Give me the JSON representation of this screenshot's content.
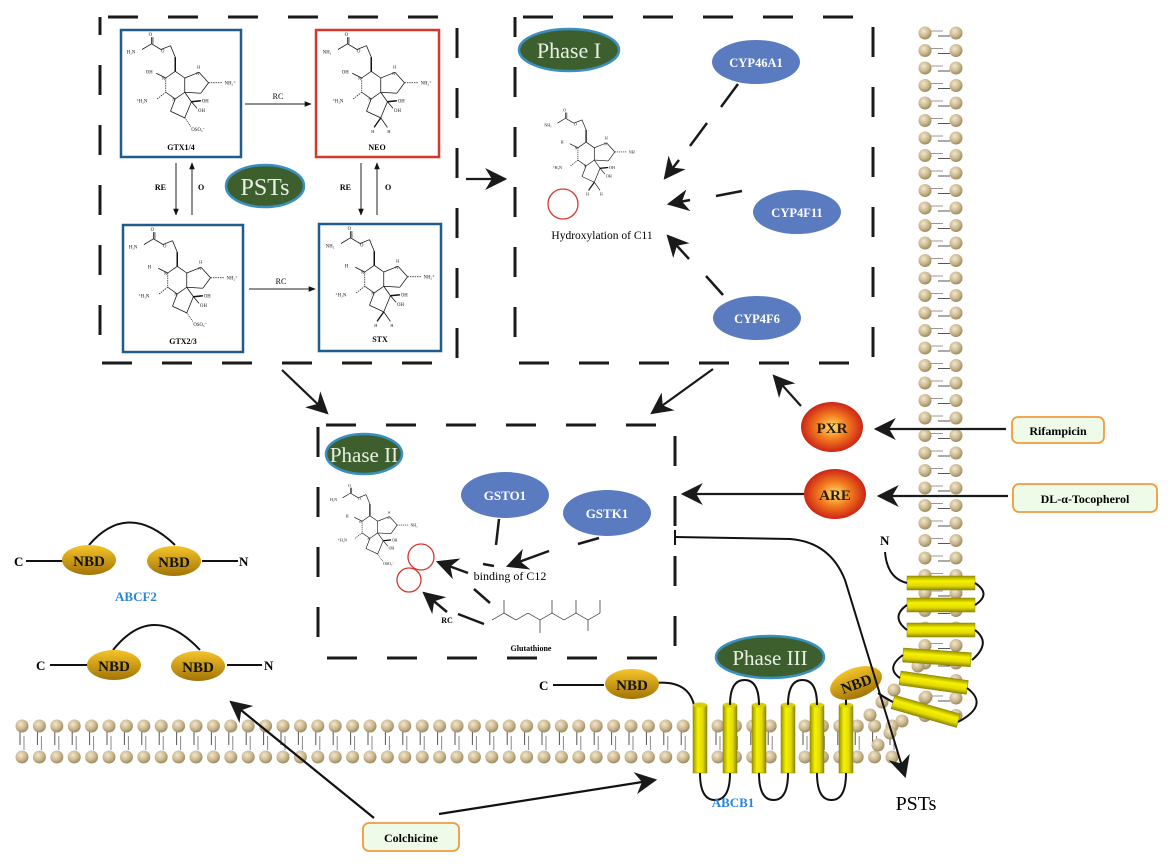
{
  "figure": {
    "title": "PST metabolism pathway: Phase I, Phase II, Phase III",
    "colors": {
      "phase_badge_fill": "#3d5f2e",
      "phase_badge_stroke": "#3a8fc1",
      "enzyme_fill": "#5b7bc1",
      "red_highlight": "#d6382f",
      "compound_box_blue": "#1f5c8a",
      "compound_box_red": "#d6382f",
      "drug_box_stroke": "#f09a3e",
      "drug_box_fill": "#eefbe9",
      "nbd_fill": "#d9a915",
      "helix_fill": "#e8e000",
      "lipid_head": "#cbb88e",
      "transporter_label": "#2a86d9"
    }
  },
  "psts_box": {
    "badge": "PSTs",
    "compounds": [
      {
        "id": "gtx14",
        "label": "GTX1/4",
        "highlight": "blue"
      },
      {
        "id": "neo",
        "label": "NEO",
        "highlight": "red"
      },
      {
        "id": "gtx23",
        "label": "GTX2/3",
        "highlight": "blue"
      },
      {
        "id": "stx",
        "label": "STX",
        "highlight": "blue"
      }
    ],
    "reactions": {
      "top_horizontal": "RC",
      "bottom_horizontal": "RC",
      "left_down": "RE",
      "left_up": "O",
      "right_down": "RE",
      "right_up": "O"
    },
    "atom_labels": {
      "carbamoyl_amine": "H₂N",
      "carbamoyl_amine_alt": "NH₂",
      "n_oh": "OH",
      "n_h": "H",
      "imine_h": "H",
      "guanidinium": "NH₂⁺",
      "amidinium": "⁺H₂N",
      "diol_1": "OH",
      "diol_2": "OH",
      "sulfate": "OSO₃⁻",
      "ch2_h": "H"
    }
  },
  "phase1": {
    "badge": "Phase I",
    "enzymes": [
      "CYP46A1",
      "CYP4F11",
      "CYP4F6"
    ],
    "caption": "Hydroxylation of C11",
    "molecule_labels": {
      "nh2": "NH₂",
      "h": "H",
      "nh": "NH",
      "amidinium": "⁺H₂N",
      "oh1": "OH",
      "oh2": "OH"
    }
  },
  "phase2": {
    "badge": "Phase II",
    "enzymes": [
      "GSTO1",
      "GSTK1"
    ],
    "caption": "binding of C12",
    "reaction_label": "RC",
    "cofactor": "Glutathione",
    "molecule_labels": {
      "h2n": "H₂N",
      "h": "H",
      "nh2": "NH₂",
      "amidinium": "⁺H₂N",
      "oh1": "OH",
      "oh2": "OH",
      "oso3": "OSO₃"
    }
  },
  "regulators": [
    {
      "name": "PXR",
      "inducer": "Rifampicin"
    },
    {
      "name": "ARE",
      "inducer": "DL-α-Tocopherol"
    }
  ],
  "phase3": {
    "badge": "Phase III",
    "transporters": [
      {
        "name": "ABCB1",
        "domain": "NBD",
        "c_term": "C",
        "n_term": "N"
      },
      {
        "name": "ABCF2",
        "domain": "NBD",
        "c_term": "C",
        "n_term": "N"
      }
    ],
    "second_abcf": {
      "domain": "NBD",
      "c_term": "C",
      "n_term": "N"
    },
    "efflux_label": "PSTs",
    "inhibitor": "Colchicine"
  }
}
